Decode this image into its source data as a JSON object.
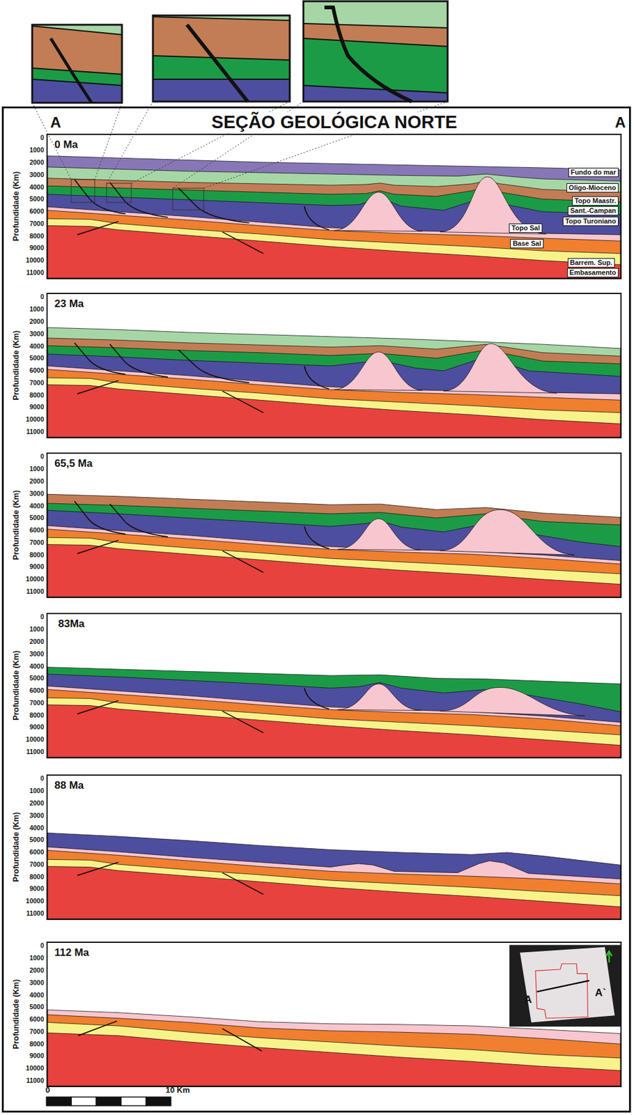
{
  "diagram": {
    "title": "SEÇÃO GEOLÓGICA NORTE",
    "nodes": [
      {
        "text": [
          "Fundo do mar"
        ]
      },
      {
        "text": [
          "Oligo-Mioceno"
        ]
      },
      {
        "text": [
          "Topo Maastr."
        ]
      },
      {
        "text": [
          "Sant.-Campan"
        ]
      },
      {
        "text": [
          "Topo Turoniano"
        ]
      },
      {
        "text": [
          "Topo Sal"
        ]
      },
      {
        "text": [
          "Base Sal"
        ]
      },
      {
        "text": [
          "Barrem. Sup."
        ]
      },
      {
        "text": [
          "Embasamento"
        ]
      }
    ],
    "labels": [
      "A",
      "A",
      "0 Ma",
      "Profundidade (Km)",
      "0",
      "1000",
      "2000",
      "3000",
      "4000",
      "5000",
      "6000",
      "7000",
      "8000",
      "9000",
      "10000",
      "11000",
      "23 Ma",
      "Profundidade (Km)",
      "0",
      "1000",
      "2000",
      "3000",
      "4000",
      "5000",
      "6000",
      "7000",
      "8000",
      "9000",
      "10000",
      "11000",
      "65,5 Ma",
      "Profundidade (Km)",
      "0",
      "1000",
      "2000",
      "3000",
      "4000",
      "5000",
      "6000",
      "7000",
      "8000",
      "9000",
      "10000",
      "11000",
      "83Ma",
      "Profundidade (Km)",
      "0",
      "1000",
      "2000",
      "3000",
      "4000",
      "5000",
      "6000",
      "7000",
      "8000",
      "9000",
      "10000",
      "11000",
      "88 Ma",
      "Profundidade (Km)",
      "0",
      "1000",
      "2000",
      "3000",
      "4000",
      "5000",
      "6000",
      "7000",
      "8000",
      "9000",
      "10000",
      "11000",
      "112 Ma",
      "Profundidade (Km)",
      "0",
      "1000",
      "2000",
      "3000",
      "4000",
      "5000",
      "6000",
      "7000",
      "8000",
      "9000",
      "10000",
      "11000",
      "0",
      "10 Km",
      "A",
      "A`"
    ]
  }
}
